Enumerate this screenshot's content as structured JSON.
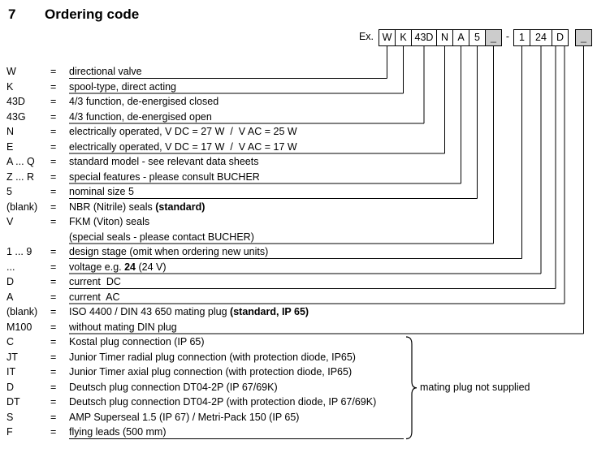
{
  "header": {
    "number": "7",
    "title": "Ordering code"
  },
  "example": {
    "label": "Ex.",
    "segments": [
      {
        "t": "W"
      },
      {
        "t": "K"
      },
      {
        "t": "43D"
      },
      {
        "t": "N"
      },
      {
        "t": "A"
      },
      {
        "t": "5"
      },
      {
        "t": "_",
        "gray": true
      },
      {
        "t": "-",
        "sep": true
      },
      {
        "t": "1"
      },
      {
        "t": "24"
      },
      {
        "t": "D"
      },
      {
        "t": "_",
        "gray": true
      }
    ]
  },
  "legend": {
    "rows": [
      {
        "code": "W",
        "parts": [
          {
            "t": "directional valve"
          }
        ],
        "u": true,
        "box": 0
      },
      {
        "code": "K",
        "parts": [
          {
            "t": "spool-type, direct acting"
          }
        ],
        "u": true,
        "box": 1
      },
      {
        "code": "43D",
        "parts": [
          {
            "t": "4/3 function, de-energised closed"
          }
        ]
      },
      {
        "code": "43G",
        "parts": [
          {
            "t": "4/3 function, de-energised open"
          }
        ],
        "u": true,
        "box": 2
      },
      {
        "code": "N",
        "parts": [
          {
            "t": "electrically operated, V DC = 27 W  /  V AC = 25 W"
          }
        ]
      },
      {
        "code": "E",
        "parts": [
          {
            "t": "electrically operated, V DC = 17 W  /  V AC = 17 W"
          }
        ],
        "u": true,
        "box": 3
      },
      {
        "code": "A ... Q",
        "parts": [
          {
            "t": "standard model - see relevant data sheets"
          }
        ]
      },
      {
        "code": "Z ... R",
        "parts": [
          {
            "t": "special features - please consult BUCHER"
          }
        ],
        "u": true,
        "box": 4
      },
      {
        "code": "5",
        "parts": [
          {
            "t": "nominal size 5"
          }
        ],
        "u": true,
        "box": 5
      },
      {
        "code": "(blank)",
        "parts": [
          {
            "t": "NBR (Nitrile) seals "
          },
          {
            "t": "(standard)",
            "b": true
          }
        ]
      },
      {
        "code": "V",
        "parts": [
          {
            "t": "FKM (Viton) seals"
          }
        ]
      },
      {
        "code": "",
        "parts": [
          {
            "t": "(special seals - please contact BUCHER)"
          }
        ],
        "u": true,
        "box": 6
      },
      {
        "code": "1 ... 9",
        "parts": [
          {
            "t": "design stage (omit when ordering new units)"
          }
        ],
        "u": true,
        "box": 7
      },
      {
        "code": "...",
        "parts": [
          {
            "t": "voltage e.g. "
          },
          {
            "t": "24",
            "b": true
          },
          {
            "t": " (24 V)"
          }
        ],
        "u": true,
        "box": 8
      },
      {
        "code": "D",
        "parts": [
          {
            "t": "current  DC"
          }
        ],
        "u": true,
        "box": 9
      },
      {
        "code": "A",
        "parts": [
          {
            "t": "current  AC"
          }
        ],
        "u": true,
        "box": 9
      },
      {
        "code": "(blank)",
        "parts": [
          {
            "t": "ISO 4400 / DIN 43 650 mating plug "
          },
          {
            "t": "(standard, IP 65)",
            "b": true
          }
        ]
      },
      {
        "code": "M100",
        "parts": [
          {
            "t": "without mating DIN plug"
          }
        ],
        "u": true,
        "box": 10
      },
      {
        "code": "C",
        "parts": [
          {
            "t": "Kostal plug connection (IP 65)"
          }
        ],
        "brace": true
      },
      {
        "code": "JT",
        "parts": [
          {
            "t": "Junior Timer radial plug connection (with protection diode, IP65)"
          }
        ],
        "brace": true
      },
      {
        "code": "IT",
        "parts": [
          {
            "t": "Junior Timer axial plug connection (with protection diode, IP65)"
          }
        ],
        "brace": true
      },
      {
        "code": "D",
        "parts": [
          {
            "t": "Deutsch plug connection DT04-2P (IP 67/69K)"
          }
        ],
        "brace": true
      },
      {
        "code": "DT",
        "parts": [
          {
            "t": "Deutsch plug connection DT04-2P (with protection diode, IP 67/69K)"
          }
        ],
        "brace": true
      },
      {
        "code": "S",
        "parts": [
          {
            "t": "AMP Superseal 1.5 (IP 67) / Metri-Pack 150 (IP 65)"
          }
        ],
        "brace": true
      },
      {
        "code": "F",
        "parts": [
          {
            "t": "flying leads (500 mm)"
          }
        ],
        "u": true,
        "brace": true
      }
    ]
  },
  "brace": {
    "label": "mating plug not supplied"
  }
}
